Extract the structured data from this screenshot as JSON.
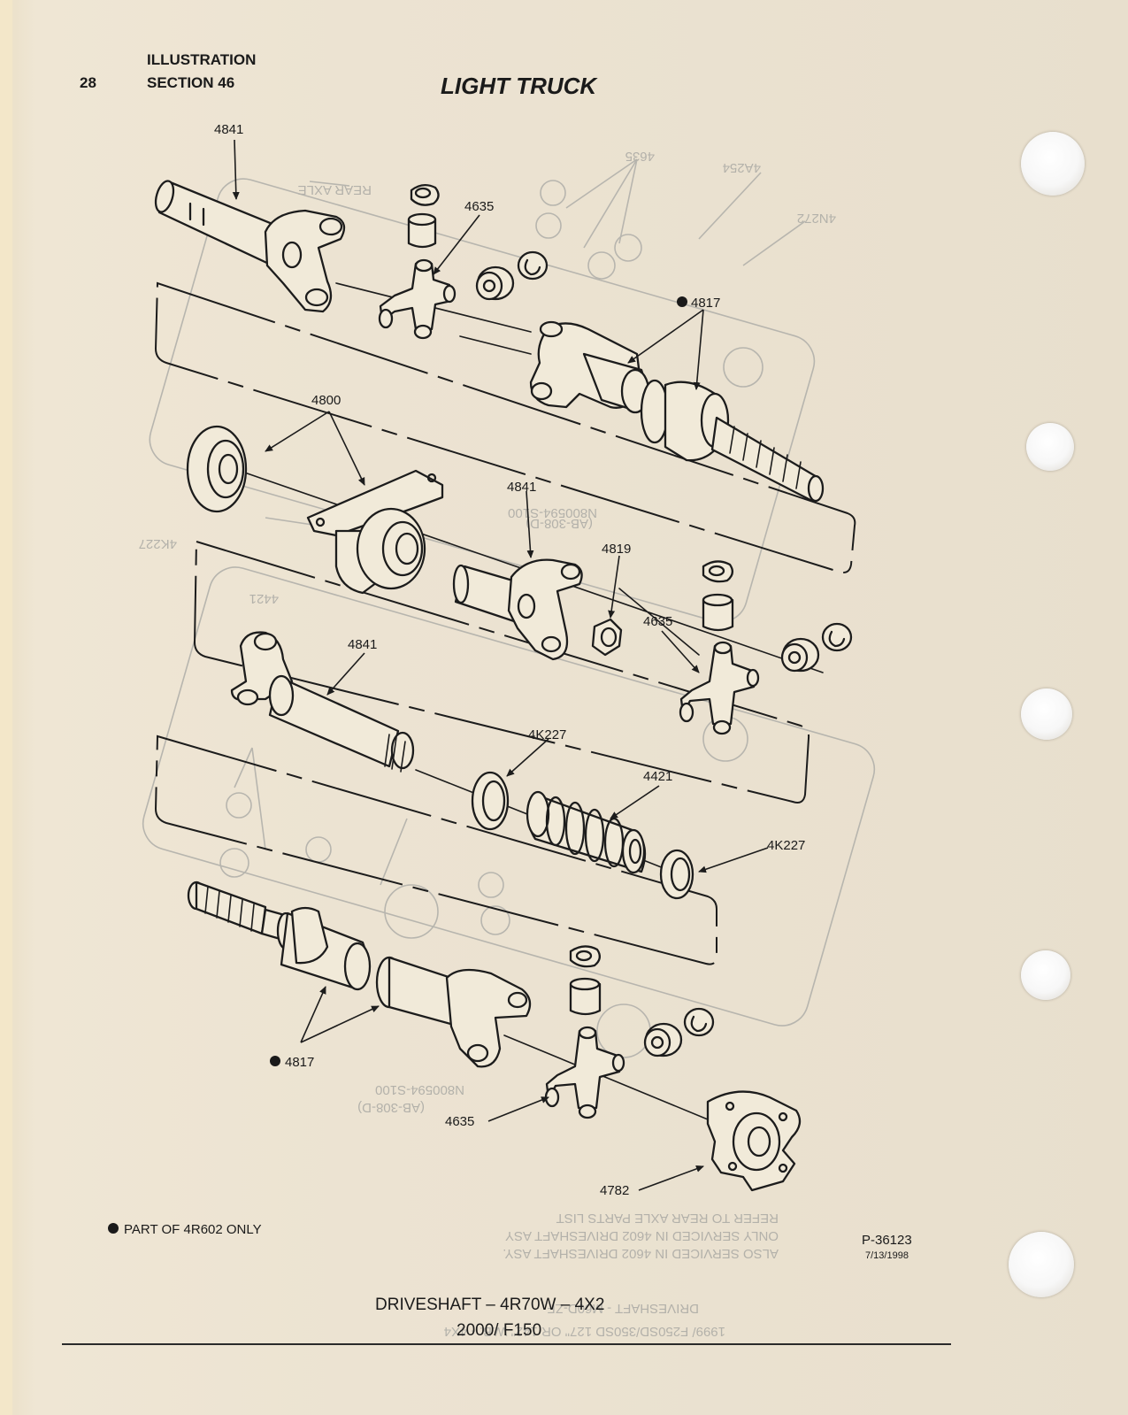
{
  "header": {
    "page_number": "28",
    "section_line1": "ILLUSTRATION",
    "section_line2": "SECTION 46",
    "heading": "LIGHT TRUCK"
  },
  "callouts": [
    {
      "id": "c1",
      "text": "4841"
    },
    {
      "id": "c2",
      "text": "4635"
    },
    {
      "id": "c3",
      "text": "4817",
      "bullet": true
    },
    {
      "id": "c4",
      "text": "4800"
    },
    {
      "id": "c5",
      "text": "4841"
    },
    {
      "id": "c6",
      "text": "4819"
    },
    {
      "id": "c7",
      "text": "4635"
    },
    {
      "id": "c8",
      "text": "4841"
    },
    {
      "id": "c9",
      "text": "4K227"
    },
    {
      "id": "c10",
      "text": "4421"
    },
    {
      "id": "c11",
      "text": "4K227"
    },
    {
      "id": "c12",
      "text": "4817",
      "bullet": true
    },
    {
      "id": "c13",
      "text": "4635"
    },
    {
      "id": "c14",
      "text": "4782"
    }
  ],
  "footnote": "PART OF 4R602 ONLY",
  "figure_number": "P-36123",
  "figure_date": "7/13/1998",
  "caption": {
    "title": "DRIVESHAFT – 4R70W – 4X2",
    "model": "2000/ F150"
  },
  "colors": {
    "paper": "#ece3d2",
    "ink": "#1c1c1c",
    "bleed_through": "#b7b5ae"
  }
}
